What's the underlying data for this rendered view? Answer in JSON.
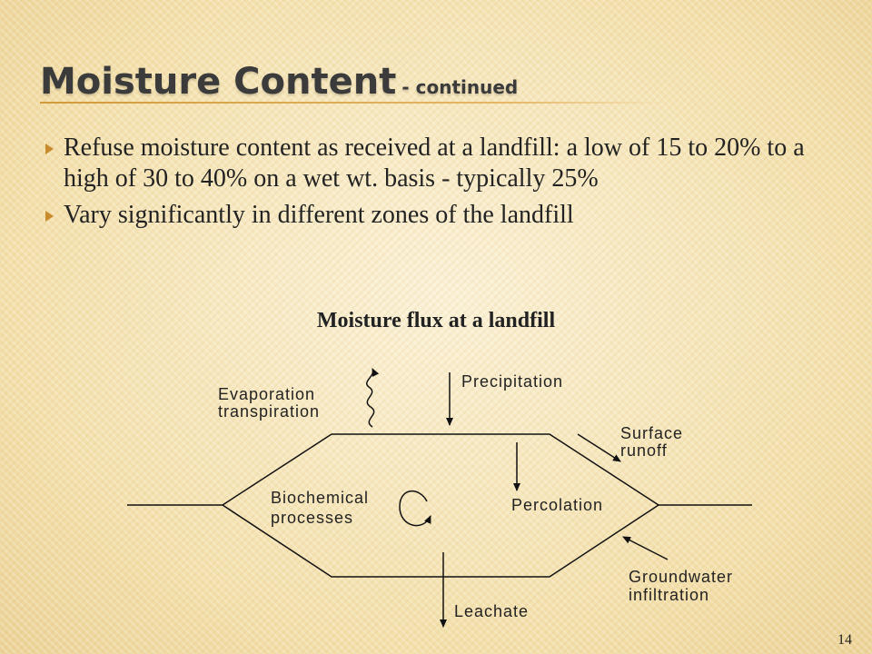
{
  "slide": {
    "title_main": "Moisture Content",
    "title_sub": "- continued",
    "bullets": [
      "Refuse moisture content as received at a landfill: a low of 15 to 20% to a high of 30 to 40% on a wet wt. basis - typically 25%",
      "Vary significantly in different zones of the landfill"
    ],
    "page_number": "14"
  },
  "diagram": {
    "title": "Moisture flux at a landfill",
    "labels": {
      "evaporation_1": "Evaporation",
      "evaporation_2": "transpiration",
      "precipitation": "Precipitation",
      "surface_runoff_1": "Surface",
      "surface_runoff_2": "runoff",
      "biochemical_1": "Biochemical",
      "biochemical_2": "processes",
      "percolation": "Percolation",
      "groundwater_1": "Groundwater",
      "groundwater_2": "infiltration",
      "leachate": "Leachate"
    }
  }
}
